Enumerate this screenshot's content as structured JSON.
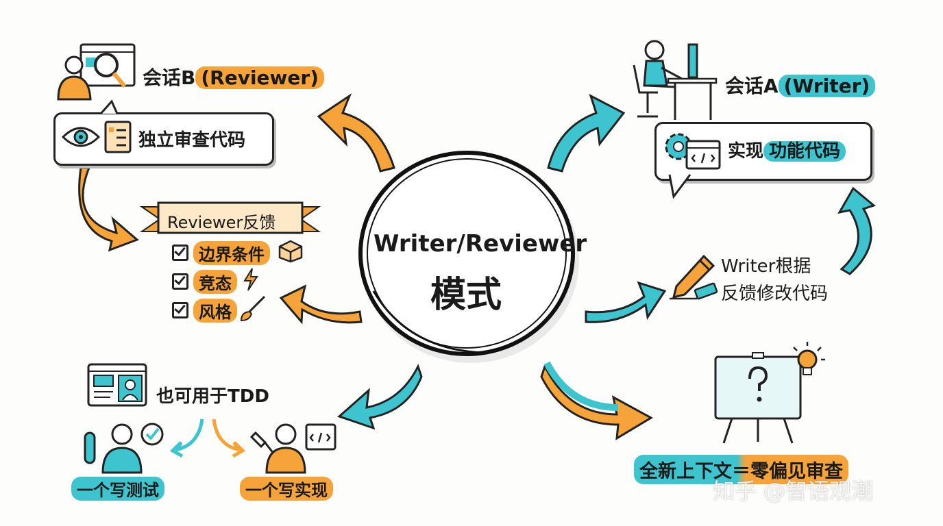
{
  "center": {
    "line1": "Writer/Reviewer",
    "line2": "模式"
  },
  "session_b": {
    "prefix": "会话B",
    "role": "(Reviewer)",
    "task": "独立审查代码"
  },
  "session_a": {
    "prefix": "会话A",
    "role": "(Writer)",
    "task_plain": "实现",
    "task_highlight": "功能代码"
  },
  "feedback": {
    "banner": "Reviewer反馈",
    "items": [
      "边界条件",
      "竞态",
      "风格"
    ]
  },
  "revise": {
    "line1": "Writer根据",
    "line2": "反馈修改代码"
  },
  "tdd": {
    "title": "也可用于TDD",
    "left_label": "一个写测试",
    "right_label": "一个写实现"
  },
  "fresh_context": {
    "label": "全新上下文＝零偏见审查"
  },
  "watermark": "知乎 @智语观潮",
  "colors": {
    "orange": "#f6a43a",
    "cyan": "#3ec4cf",
    "ink": "#1a1a1a"
  }
}
